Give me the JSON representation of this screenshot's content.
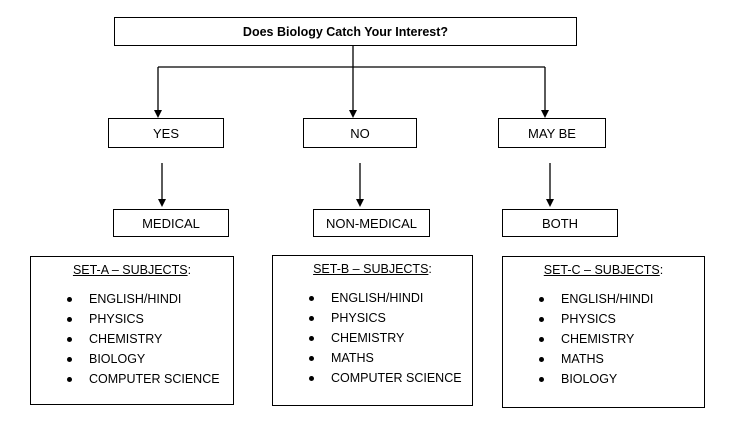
{
  "question": "Does Biology Catch Your Interest?",
  "answers": [
    {
      "label": "YES",
      "stream": "MEDICAL"
    },
    {
      "label": "NO",
      "stream": "NON-MEDICAL"
    },
    {
      "label": "MAY BE",
      "stream": "BOTH"
    }
  ],
  "sets": [
    {
      "title": "SET-A – SUBJECTS",
      "suffix": ":",
      "subjects": [
        "ENGLISH/HINDI",
        "PHYSICS",
        "CHEMISTRY",
        "BIOLOGY",
        "COMPUTER SCIENCE"
      ]
    },
    {
      "title": "SET-B – SUBJECTS",
      "suffix": ":",
      "subjects": [
        "ENGLISH/HINDI",
        "PHYSICS",
        "CHEMISTRY",
        "MATHS",
        "COMPUTER SCIENCE"
      ]
    },
    {
      "title": "SET-C – SUBJECTS",
      "suffix": ":",
      "subjects": [
        "ENGLISH/HINDI",
        "PHYSICS",
        "CHEMISTRY",
        "MATHS",
        "BIOLOGY"
      ]
    }
  ]
}
